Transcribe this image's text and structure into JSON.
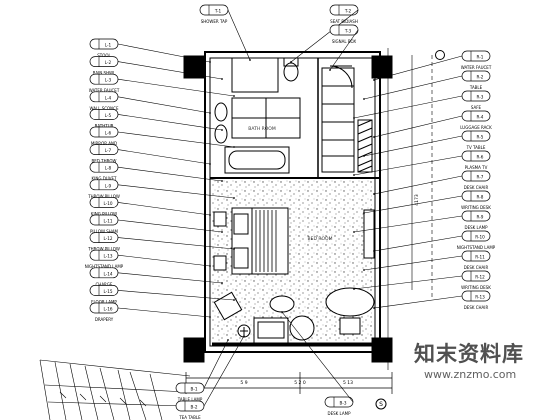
{
  "drawing": {
    "room_tags": [
      "BATH ROOM",
      "BED ROOM"
    ],
    "axis_marker": "S",
    "left_callouts": [
      {
        "code": "L-1",
        "label": "STOOL"
      },
      {
        "code": "L-2",
        "label": "RAIN SHWL"
      },
      {
        "code": "L-3",
        "label": "WATER FAUCET"
      },
      {
        "code": "L-4",
        "label": "WALL SCONCE"
      },
      {
        "code": "L-5",
        "label": "BATHTUB"
      },
      {
        "code": "L-6",
        "label": "MIRROR AND"
      },
      {
        "code": "L-7",
        "label": "BED THROW"
      },
      {
        "code": "L-8",
        "label": "KING DUVET"
      },
      {
        "code": "L-9",
        "label": "THROW PILLOW"
      },
      {
        "code": "L-10",
        "label": "KING PILLOW"
      },
      {
        "code": "L-11",
        "label": "PILLOW SHAM"
      },
      {
        "code": "L-12",
        "label": "THROW PILLOW"
      },
      {
        "code": "L-13",
        "label": "NIGHTSTAND LAMP"
      },
      {
        "code": "L-14",
        "label": "CHARGE"
      },
      {
        "code": "L-15",
        "label": "FLOOR LAMP"
      },
      {
        "code": "L-16",
        "label": "DRAPERY"
      }
    ],
    "right_callouts": [
      {
        "code": "R-1",
        "label": "WATER FAUCET"
      },
      {
        "code": "R-2",
        "label": "TABLE"
      },
      {
        "code": "R-3",
        "label": "SAFE"
      },
      {
        "code": "R-4",
        "label": "LUGGAGE RACK"
      },
      {
        "code": "R-5",
        "label": "TV TABLE"
      },
      {
        "code": "R-6",
        "label": "PLASMA TV"
      },
      {
        "code": "R-7",
        "label": "DESK CHAIR"
      },
      {
        "code": "R-8",
        "label": "WRITING DESK"
      },
      {
        "code": "R-9",
        "label": "DESK LAMP"
      },
      {
        "code": "R-10",
        "label": "NIGHTSTAND LAMP"
      },
      {
        "code": "R-11",
        "label": "DESK CHAIR"
      },
      {
        "code": "R-12",
        "label": "WRITING DESK"
      },
      {
        "code": "R-13",
        "label": "DESK CHAIR"
      }
    ],
    "top_callouts": [
      {
        "code": "T-1",
        "label": "SHOWER TAP"
      },
      {
        "code": "T-2",
        "label": "SEAT BIDIASH"
      },
      {
        "code": "T-3",
        "label": "SIGNAL BOX"
      }
    ],
    "bottom_callouts": [
      {
        "code": "B-1",
        "label": "TABLE LAMP"
      },
      {
        "code": "B-2",
        "label": "TEA TABLE"
      },
      {
        "code": "B-3",
        "label": "DESK LAMP"
      }
    ],
    "dimensions": [
      "4173",
      "5 2 0",
      "5 9",
      "5 13"
    ]
  },
  "watermark": {
    "title": "知末资料库",
    "url": "www.znzmo.com"
  }
}
